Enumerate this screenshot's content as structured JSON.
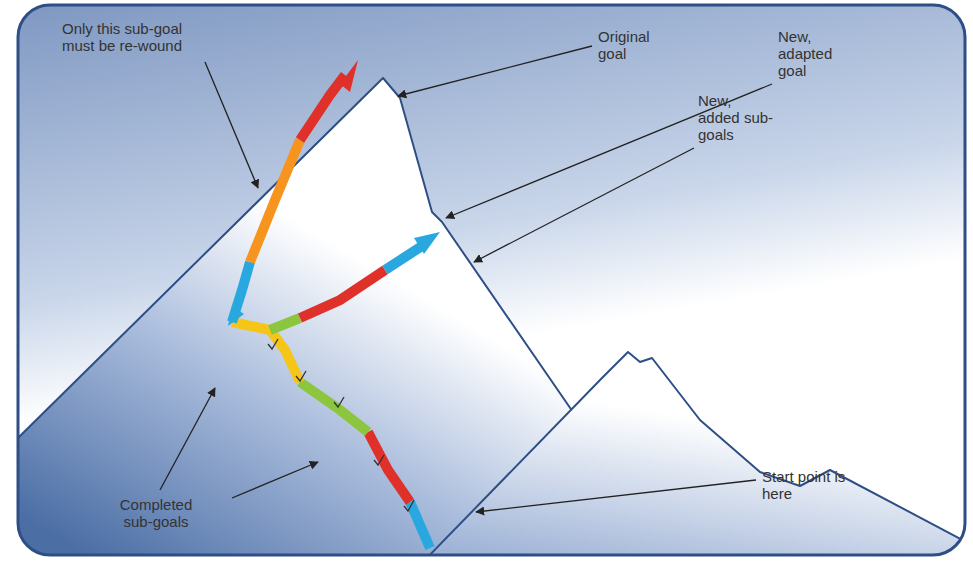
{
  "diagram": {
    "labels": [
      "Only this sub-goal must be re-wound",
      "Original goal",
      "New, adapted goal",
      "New, added sub-goals",
      "Completed sub-goals",
      "Start point is here"
    ]
  }
}
